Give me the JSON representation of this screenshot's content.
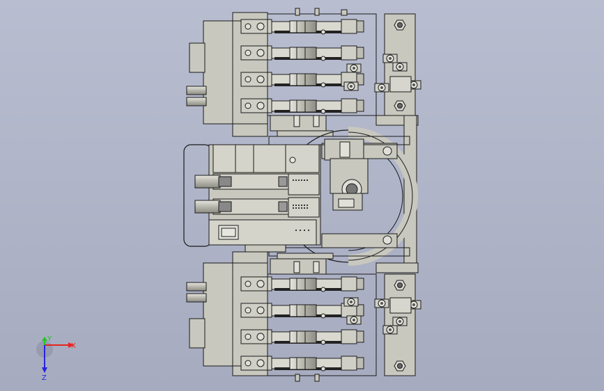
{
  "viewport": {
    "background_top": "#b8bdd0",
    "background_bottom": "#a6abbf",
    "part_fill": "#c8c8bf",
    "part_stroke": "#1a1a1a"
  },
  "triad": {
    "x_label": "X",
    "y_label": "Y",
    "z_label": "Z",
    "x_color": "#e8231e",
    "y_color": "#23c421",
    "z_color": "#2424e0"
  }
}
